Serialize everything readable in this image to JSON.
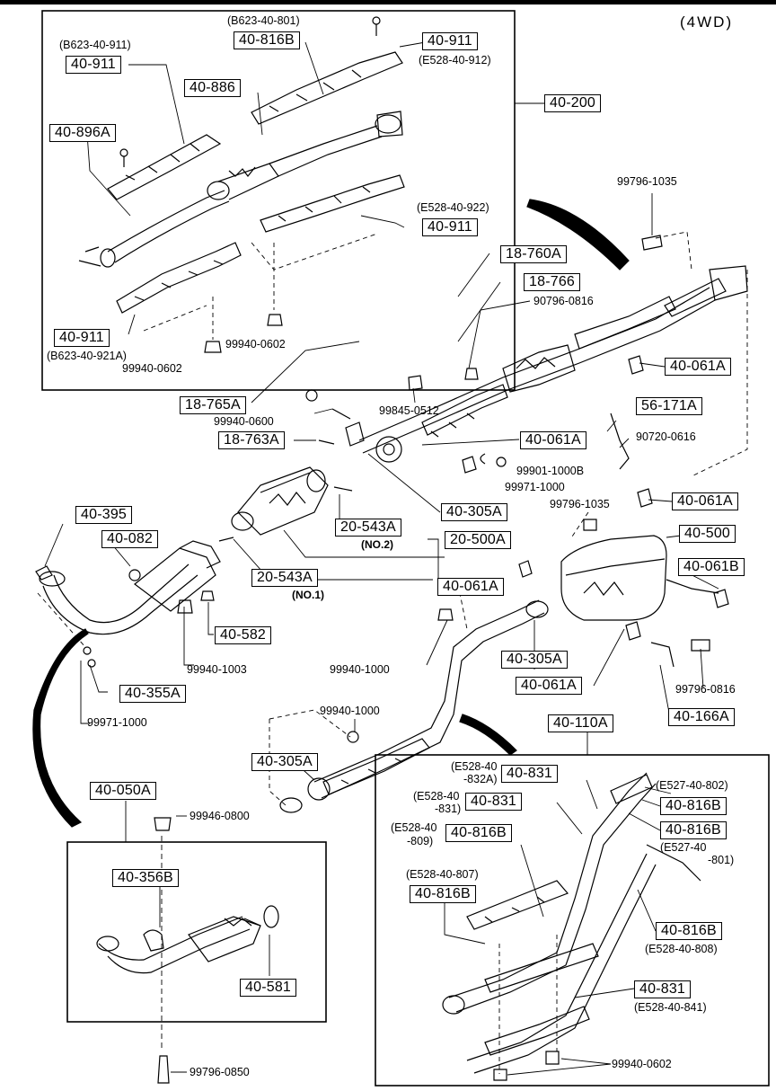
{
  "variant_label": "(4WD)",
  "parts": {
    "p40_200": "40-200",
    "p40_911_a": "40-911",
    "p40_911_b": "40-911",
    "p40_911_c": "40-911",
    "p40_911_d": "40-911",
    "p40_816B_top": "40-816B",
    "p40_886": "40-886",
    "p40_896A": "40-896A",
    "p18_760A": "18-760A",
    "p18_766": "18-766",
    "p18_765A": "18-765A",
    "p18_763A": "18-763A",
    "p40_061A_1": "40-061A",
    "p40_061A_2": "40-061A",
    "p40_061A_3": "40-061A",
    "p40_061A_4": "40-061A",
    "p40_061A_5": "40-061A",
    "p56_171A": "56-171A",
    "p40_305A_1": "40-305A",
    "p40_305A_2": "40-305A",
    "p40_305A_3": "40-305A",
    "p20_543A_1": "20-543A",
    "p20_543A_2": "20-543A",
    "p20_500A": "20-500A",
    "p40_395": "40-395",
    "p40_082": "40-082",
    "p40_582": "40-582",
    "p40_355A": "40-355A",
    "p40_500": "40-500",
    "p40_061B": "40-061B",
    "p40_166A": "40-166A",
    "p40_110A": "40-110A",
    "p40_050A": "40-050A",
    "p40_356B": "40-356B",
    "p40_581": "40-581",
    "p40_831_1": "40-831",
    "p40_831_2": "40-831",
    "p40_831_3": "40-831",
    "p40_816B_1": "40-816B",
    "p40_816B_2": "40-816B",
    "p40_816B_3": "40-816B",
    "p40_816B_4": "40-816B",
    "p40_816B_5": "40-816B"
  },
  "codes": {
    "b623_40_801": "(B623-40-801)",
    "b623_40_911": "(B623-40-911)",
    "e528_40_912": "(E528-40-912)",
    "e528_40_922": "(E528-40-922)",
    "b623_40_921A": "(B623-40-921A)",
    "e528_40_832A_a": "(E528-40",
    "e528_40_832A_b": "-832A)",
    "e528_40_831_a": "(E528-40",
    "e528_40_831_b": "-831)",
    "e528_40_809_a": "(E528-40",
    "e528_40_809_b": "-809)",
    "e528_40_807": "(E528-40-807)",
    "e527_40_802": "(E527-40-802)",
    "e527_40_801_a": "(E527-40",
    "e527_40_801_b": "-801)",
    "e528_40_808": "(E528-40-808)",
    "e528_40_841": "(E528-40-841)",
    "no2": "(NO.2)",
    "no1": "(NO.1)"
  },
  "hardware": {
    "h99796_1035_a": "99796-1035",
    "h90796_0816": "90796-0816",
    "h99940_0602_a": "99940-0602",
    "h99940_0602_b": "99940-0602",
    "h99940_0602_c": "99940-0602",
    "h99940_0600": "99940-0600",
    "h99845_0512": "99845-0512",
    "h90720_0616": "90720-0616",
    "h99901_1000B": "99901-1000B",
    "h99971_1000_a": "99971-1000",
    "h99971_1000_b": "99971-1000",
    "h99796_1035_b": "99796-1035",
    "h99940_1003": "99940-1003",
    "h99940_1000_a": "99940-1000",
    "h99940_1000_b": "99940-1000",
    "h99796_0816": "99796-0816",
    "h99946_0800": "99946-0800",
    "h99796_0850": "99796-0850"
  }
}
